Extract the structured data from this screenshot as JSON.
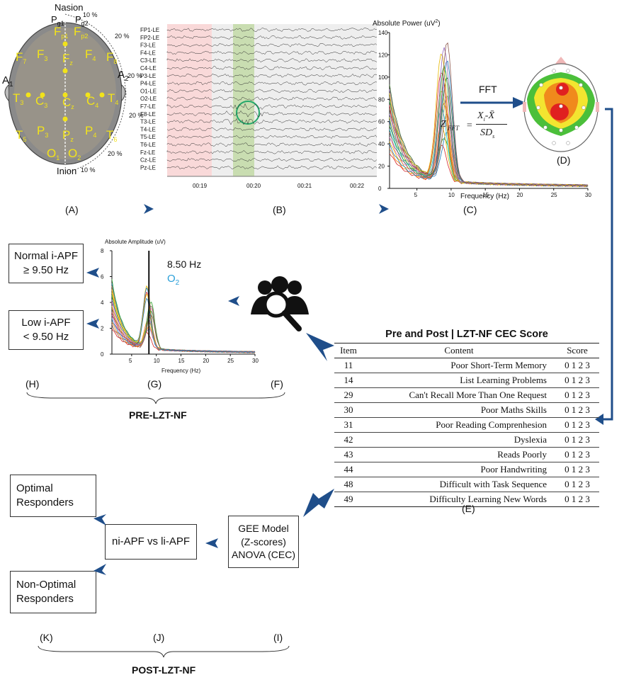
{
  "colors": {
    "arrow": "#1f4e8a",
    "mapRed": "#e02020",
    "mapOrange": "#f08a1c",
    "mapYellow": "#f3e530",
    "mapGreen": "#4bbf3a",
    "electrode": "#f2e31a",
    "o2label": "#2a9fd8"
  },
  "panel_a": {
    "letter": "(A)",
    "nasion": "Nasion",
    "inion": "Inion",
    "pct10_top": "10 %",
    "pct10_bottom": "10 %",
    "pct20": [
      "20 %",
      "20 %",
      "20 %",
      "20 %"
    ],
    "left_ear": "A",
    "left_ear_sub": "1",
    "right_ear": "A",
    "right_ear_sub": "2",
    "electrodes": [
      {
        "main": "P",
        "sub": "g1"
      },
      {
        "main": "P",
        "sub": "g2"
      },
      {
        "main": "F",
        "sub": "p1"
      },
      {
        "main": "F",
        "sub": "p2"
      },
      {
        "main": "F",
        "sub": "7"
      },
      {
        "main": "F",
        "sub": "3"
      },
      {
        "main": "F",
        "sub": "z"
      },
      {
        "main": "F",
        "sub": "4"
      },
      {
        "main": "F",
        "sub": "8"
      },
      {
        "main": "T",
        "sub": "3"
      },
      {
        "main": "C",
        "sub": "3"
      },
      {
        "main": "C",
        "sub": "z"
      },
      {
        "main": "C",
        "sub": "4"
      },
      {
        "main": "T",
        "sub": "4"
      },
      {
        "main": "T",
        "sub": "5"
      },
      {
        "main": "P",
        "sub": "3"
      },
      {
        "main": "P",
        "sub": "z"
      },
      {
        "main": "P",
        "sub": "4"
      },
      {
        "main": "T",
        "sub": "6"
      },
      {
        "main": "O",
        "sub": "1"
      },
      {
        "main": "O",
        "sub": "2"
      }
    ]
  },
  "panel_b": {
    "letter": "(B)",
    "channels": [
      "FP1-LE",
      "FP2-LE",
      "F3-LE",
      "F4-LE",
      "C3-LE",
      "C4-LE",
      "P3-LE",
      "P4-LE",
      "O1-LE",
      "O2-LE",
      "F7-LE",
      "F8-LE",
      "T3-LE",
      "T4-LE",
      "T5-LE",
      "T6-LE",
      "Fz-LE",
      "Cz-LE",
      "Pz-LE"
    ],
    "time_ticks": [
      "00:19",
      "00:20",
      "00:21",
      "00:22"
    ]
  },
  "panel_c": {
    "letter": "(C)",
    "ylabel": "Absolute Power (uV",
    "ylabel_sup": "2",
    "xlabel": "Frequency (Hz)",
    "chart_data": {
      "type": "line",
      "ylabel": "Absolute Power (uV²)",
      "xlabel": "Frequency (Hz)",
      "xlim": [
        1,
        30
      ],
      "ylim": [
        0,
        140
      ],
      "xticks": [
        5,
        10,
        15,
        20,
        25,
        30
      ],
      "yticks": [
        0,
        20,
        40,
        60,
        80,
        100,
        120,
        140
      ]
    }
  },
  "fft_label": "FFT",
  "zfft": {
    "z": "Z",
    "z_sub": "FFT",
    "num": "X",
    "num_sub": "i",
    "num_rest": "-X̄",
    "den": "SD",
    "den_sub": "s"
  },
  "panel_d": {
    "letter": "(D)"
  },
  "panel_e": {
    "letter": "(E)",
    "title": "Pre and Post | LZT-NF CEC Score",
    "headers": [
      "Item",
      "Content",
      "Score"
    ],
    "rows": [
      {
        "item": "11",
        "content": "Poor Short-Term Memory",
        "score": "0 1 2 3"
      },
      {
        "item": "14",
        "content": "List Learning Problems",
        "score": "0 1 2 3"
      },
      {
        "item": "29",
        "content": "Can't Recall More Than One Request",
        "score": "0 1 2 3"
      },
      {
        "item": "30",
        "content": "Poor Maths Skills",
        "score": "0 1 2 3"
      },
      {
        "item": "31",
        "content": "Poor Reading Comprenhesion",
        "score": "0 1 2 3"
      },
      {
        "item": "42",
        "content": "Dyslexia",
        "score": "0 1 2 3"
      },
      {
        "item": "43",
        "content": "Reads Poorly",
        "score": "0 1 2 3"
      },
      {
        "item": "44",
        "content": "Poor Handwriting",
        "score": "0 1 2 3"
      },
      {
        "item": "48",
        "content": "Difficult with Task Sequence",
        "score": "0 1 2 3"
      },
      {
        "item": "49",
        "content": "Difficulty Learning New Words",
        "score": "0 1 2 3"
      }
    ]
  },
  "panel_g": {
    "ylabel": "Absolute Amplitude (uV)",
    "xlabel": "Frequency (Hz)",
    "peak_label": "8.50 Hz",
    "channel_label": "O",
    "channel_sub": "2",
    "chart_data": {
      "type": "line",
      "ylabel": "Absolute Amplitude (uV)",
      "xlabel": "Frequency (Hz)",
      "xlim": [
        1,
        30
      ],
      "ylim": [
        0,
        8
      ],
      "xticks": [
        5,
        10,
        15,
        20,
        25,
        30
      ],
      "yticks": [
        0,
        2,
        4,
        6,
        8
      ],
      "marker_x": 8.5
    }
  },
  "boxes": {
    "normal": [
      "Normal i-APF",
      "≥ 9.50 Hz"
    ],
    "low": [
      "Low i-APF",
      "< 9.50 Hz"
    ],
    "optimal": [
      "Optimal",
      "Responders"
    ],
    "nonoptimal": [
      "Non-Optimal",
      "Responders"
    ],
    "compare": "ni-APF vs li-APF",
    "gee": [
      "GEE Model",
      "(Z-scores)",
      "ANOVA (CEC)"
    ]
  },
  "letters": {
    "h": "(H)",
    "g": "(G)",
    "f": "(F)",
    "k": "(K)",
    "j": "(J)",
    "i": "(I)"
  },
  "phases": {
    "pre": "PRE-LZT-NF",
    "post": "POST-LZT-NF"
  }
}
